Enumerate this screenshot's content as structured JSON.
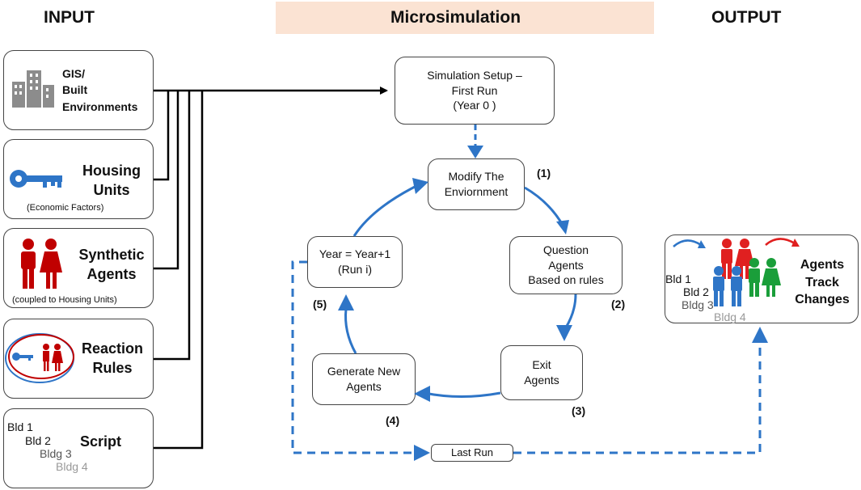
{
  "headers": {
    "input": "INPUT",
    "micro": "Microsimulation",
    "output": "OUTPUT"
  },
  "inputs": {
    "gis": {
      "line1": "GIS/",
      "line2": "Built",
      "line3": "Environments"
    },
    "housing": {
      "line1": "Housing",
      "line2": "Units",
      "note": "(Economic Factors)"
    },
    "agents": {
      "line1": "Synthetic",
      "line2": "Agents",
      "note": "(coupled to Housing Units)"
    },
    "rules": {
      "line1": "Reaction",
      "line2": "Rules"
    },
    "script": {
      "title": "Script",
      "b1": "Bld 1",
      "b2": "Bld 2",
      "b3": "Bldg 3",
      "b4": "Bldg 4"
    }
  },
  "micro": {
    "setup": {
      "line1": "Simulation Setup –",
      "line2": "First Run",
      "line3": "(Year 0 )"
    },
    "modify": {
      "line1": "Modify The",
      "line2": "Enviornment",
      "step": "(1)"
    },
    "question": {
      "line1": "Question",
      "line2": "Agents",
      "line3": "Based on rules",
      "step": "(2)"
    },
    "exit": {
      "line1": "Exit",
      "line2": "Agents",
      "step": "(3)"
    },
    "generate": {
      "line1": "Generate New",
      "line2": "Agents",
      "step": "(4)"
    },
    "year": {
      "line1": "Year = Year+1",
      "line2": "(Run i)",
      "step": "(5)"
    },
    "last_run": "Last Run"
  },
  "output": {
    "title1": "Agents",
    "title2": "Track",
    "title3": "Changes",
    "b1": "Bld 1",
    "b2": "Bld 2",
    "b3": "Bldg 3",
    "b4": "Bldg 4"
  },
  "colors": {
    "arrow": "#2e75c7",
    "agent_red": "#c00000",
    "icon_gray": "#8c8c8c",
    "band": "#fbe3d3"
  }
}
